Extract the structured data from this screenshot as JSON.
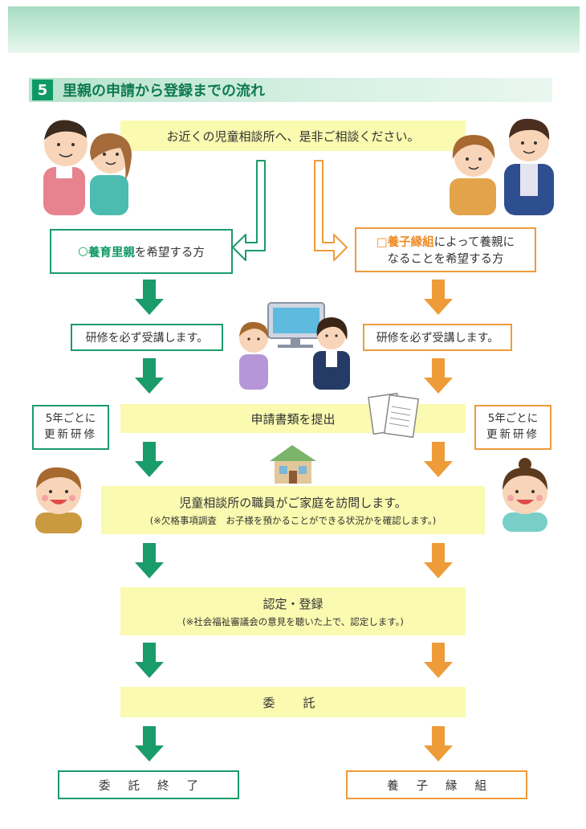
{
  "section": {
    "number": "5",
    "title": "里親の申請から登録までの流れ"
  },
  "consult": "お近くの児童相談所へ、是非ご相談ください。",
  "foster_wish": {
    "mark": "○",
    "highlight": "養育里親",
    "rest": "を希望する方"
  },
  "adopt_wish": {
    "mark": "□",
    "highlight": "養子縁組",
    "rest_line1": "によって養親に",
    "line2": "なることを希望する方"
  },
  "training_left": "研修を必ず受講します。",
  "training_right": "研修を必ず受講します。",
  "renew_left": {
    "line1": "5年ごとに",
    "line2": "更新研修"
  },
  "renew_right": {
    "line1": "5年ごとに",
    "line2": "更新研修"
  },
  "submit": "申請書類を提出",
  "visit": {
    "title": "児童相談所の職員がご家庭を訪問します。",
    "note": "(※欠格事項調査　お子様を預かることができる状況かを確認します。)"
  },
  "certify": {
    "title": "認定・登録",
    "note": "(※社会福祉審議会の意見を聴いた上で、認定します。)"
  },
  "entrust": "委　託",
  "end_left": "委託終了",
  "end_right": "養子縁組",
  "colors": {
    "green": "#1a9b6a",
    "orange": "#ee9b3a",
    "yellow": "#fafab0"
  }
}
